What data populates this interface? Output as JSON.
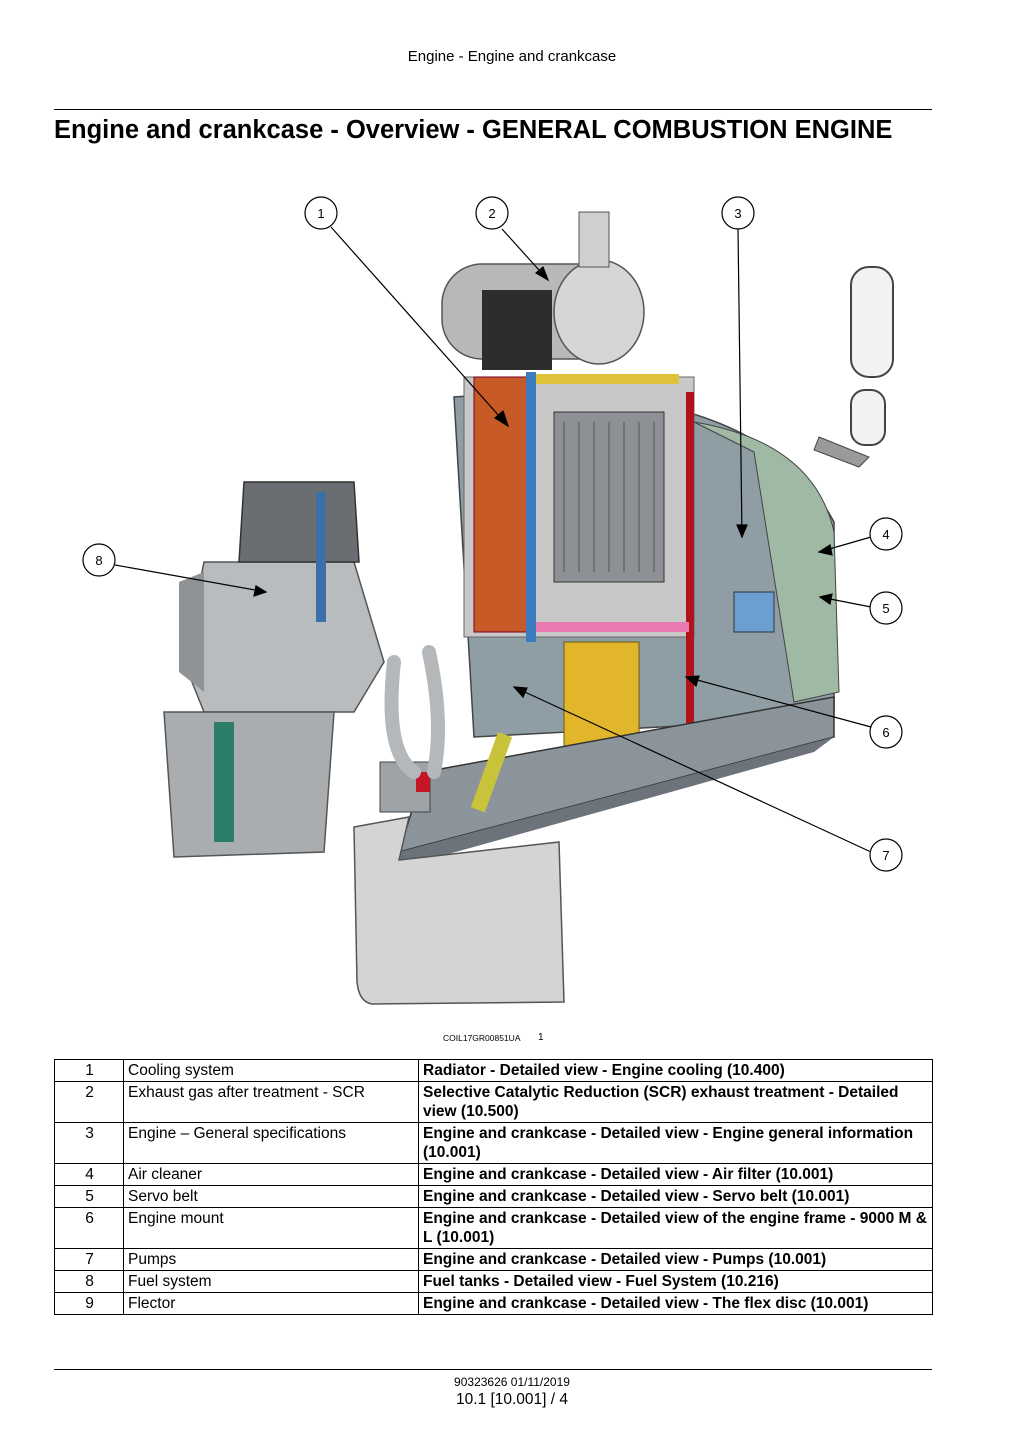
{
  "header": {
    "running_title": "Engine - Engine and crankcase"
  },
  "page_title": "Engine and crankcase - Overview - GENERAL COMBUSTION ENGINE",
  "figure": {
    "code": "COIL17GR00851UA",
    "number": "1",
    "callouts": [
      "1",
      "2",
      "3",
      "4",
      "5",
      "6",
      "7",
      "8"
    ]
  },
  "parts_table": {
    "rows": [
      {
        "num": "1",
        "description": "Cooling system",
        "reference": "Radiator - Detailed view - Engine cooling (10.400)"
      },
      {
        "num": "2",
        "description": "Exhaust gas after treatment - SCR",
        "reference": "Selective Catalytic Reduction (SCR) exhaust treatment - Detailed view (10.500)"
      },
      {
        "num": "3",
        "description": "Engine – General specifications",
        "reference": "Engine and crankcase - Detailed view - Engine general information (10.001)"
      },
      {
        "num": "4",
        "description": "Air cleaner",
        "reference": "Engine and crankcase - Detailed view - Air filter (10.001)"
      },
      {
        "num": "5",
        "description": "Servo belt",
        "reference": "Engine and crankcase - Detailed view - Servo belt (10.001)"
      },
      {
        "num": "6",
        "description": "Engine mount",
        "reference": "Engine and crankcase - Detailed view of the engine frame - 9000 M & L (10.001)"
      },
      {
        "num": "7",
        "description": "Pumps",
        "reference": "Engine and crankcase - Detailed view - Pumps (10.001)"
      },
      {
        "num": "8",
        "description": "Fuel system",
        "reference": "Fuel tanks - Detailed view - Fuel System (10.216)"
      },
      {
        "num": "9",
        "description": "Flector",
        "reference": "Engine and crankcase - Detailed view - The flex disc (10.001)"
      }
    ]
  },
  "footer": {
    "doc_id": "90323626 01/11/2019",
    "page": "10.1 [10.001] / 4"
  }
}
